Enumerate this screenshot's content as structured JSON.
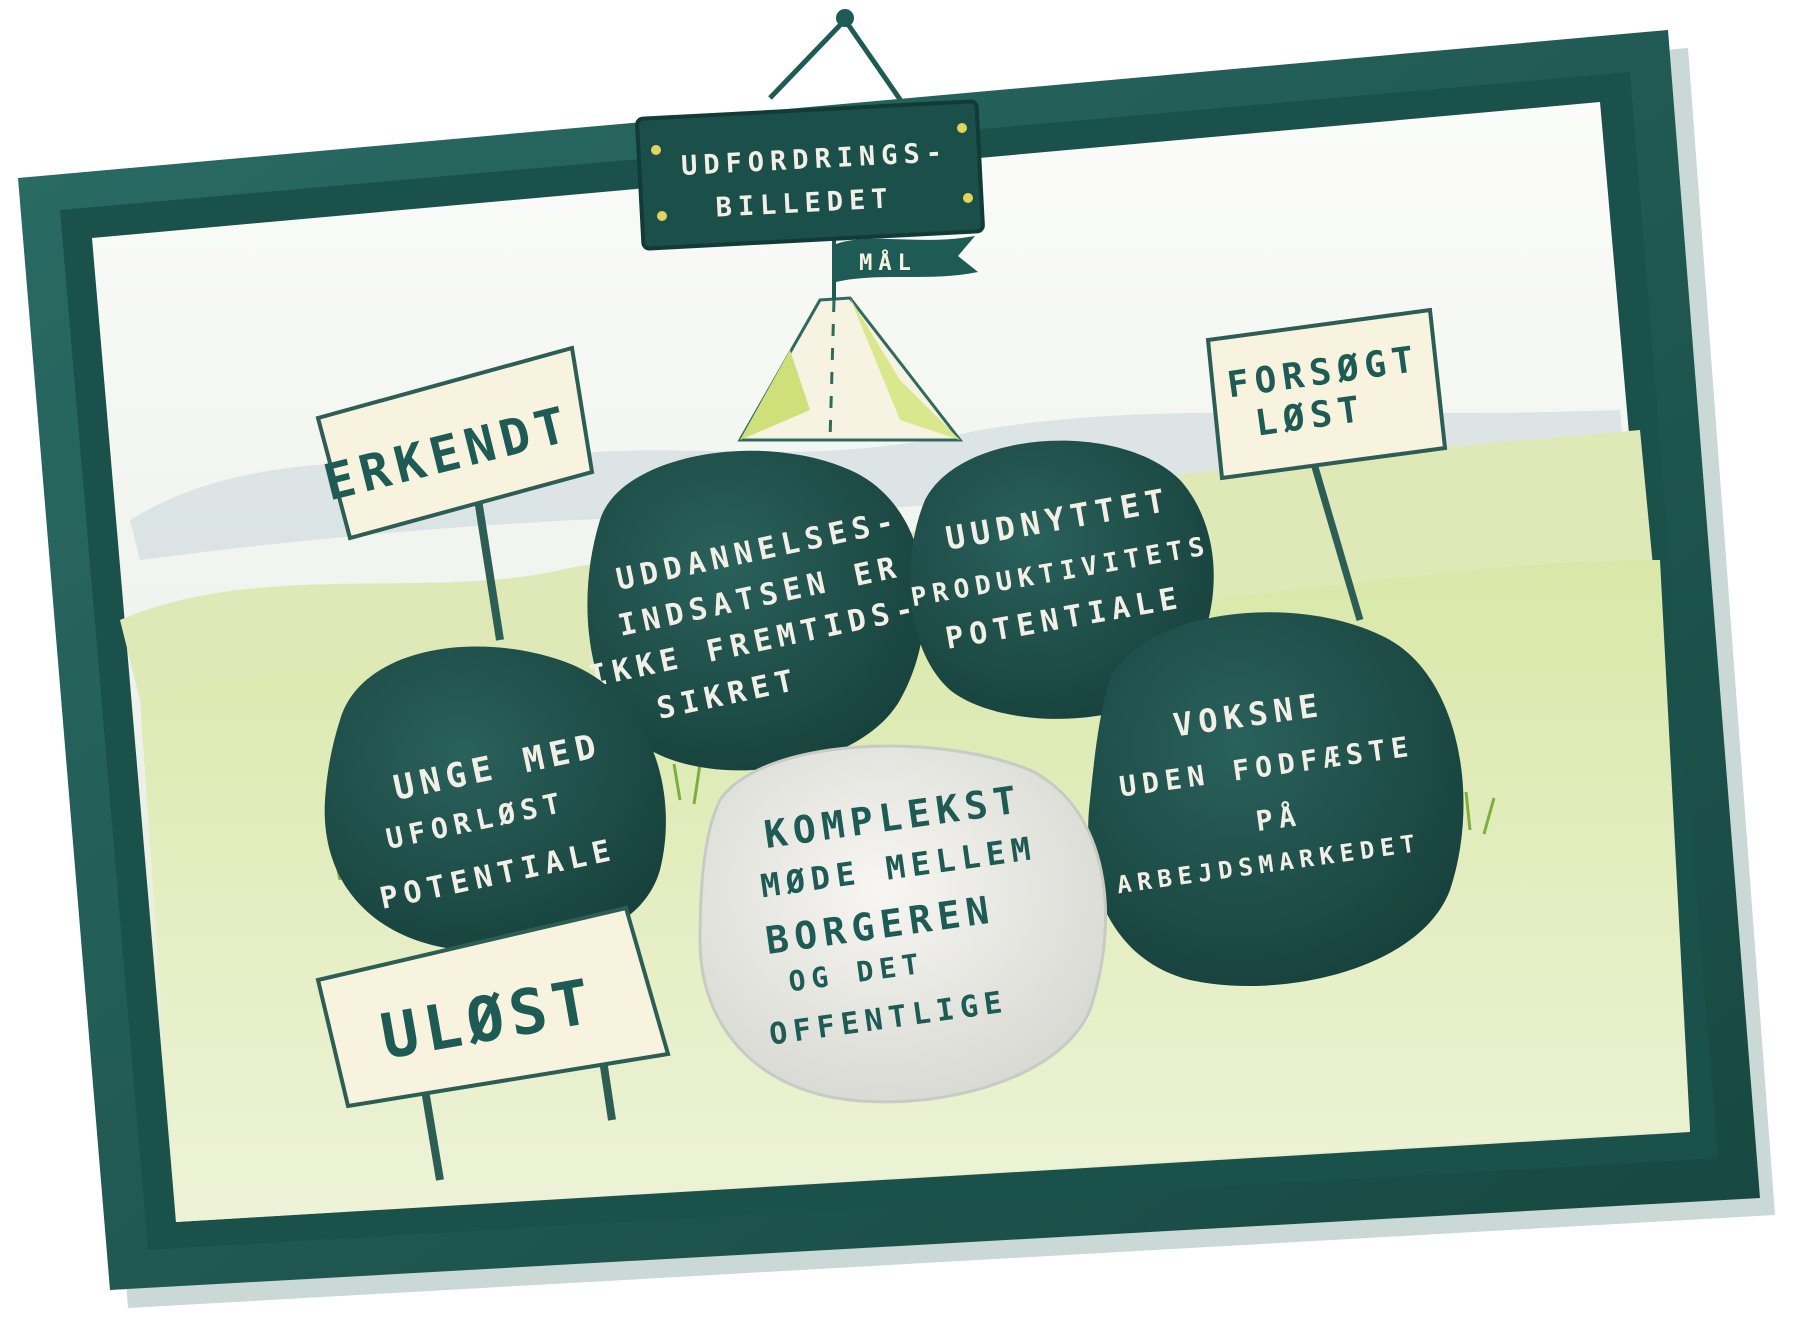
{
  "title_sign": {
    "line1": "UDFORDRINGS-",
    "line2": "BILLEDET"
  },
  "goal_flag": "MÅL",
  "signs": {
    "erkendt": "ERKENDT",
    "forsoegt_line1": "FORSØGT",
    "forsoegt_line2": "LØST",
    "uloest": "ULØST"
  },
  "boulders": {
    "unge": [
      "UNGE MED",
      "UFORLØST",
      "POTENTIALE"
    ],
    "uddannelse": [
      "UDDANNELSES-",
      "INDSATSEN ER",
      "IKKE FREMTIDS-",
      "SIKRET"
    ],
    "uudnyttet": [
      "UUDNYTTET",
      "PRODUKTIVITETS",
      "POTENTIALE"
    ],
    "voksne": [
      "VOKSNE",
      "UDEN FODFÆSTE",
      "PÅ",
      "ARBEJDSMARKEDET"
    ],
    "komplekst": [
      "KOMPLEKST",
      "MØDE MELLEM",
      "BORGEREN",
      "OG DET",
      "OFFENTLIGE"
    ]
  },
  "colors": {
    "frame": "#1f5b55",
    "frame_dark": "#143f3b",
    "boulder": "#1e4f4a",
    "boulder_light": "#ecebe6",
    "sign": "#f7f3df",
    "hill": "#cfe0a0",
    "sky": "#f6f7f3"
  }
}
